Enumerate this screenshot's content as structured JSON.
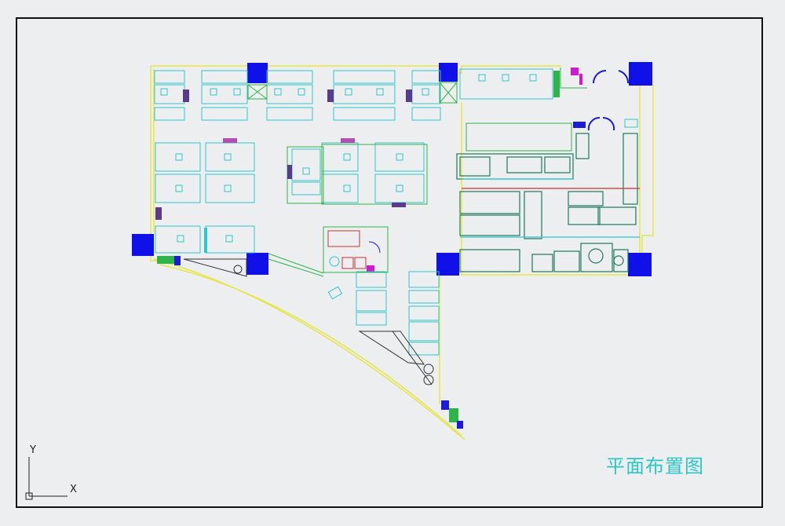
{
  "drawing": {
    "title": "平面布置图",
    "ucs_axis_x": "X",
    "ucs_axis_y": "Y"
  },
  "colors": {
    "background": "#eceeef",
    "frame": "#111111",
    "wall_outline": "#e6e64a",
    "furniture_cyan": "#2fc6cf",
    "furniture_green": "#2fb44a",
    "kitchen_equipment": "#1e7a5a",
    "columns": "#1010e8",
    "doors": "#1c1cd6",
    "title_text": "#2ac7c7",
    "accent_magenta": "#d01ad0",
    "accent_red": "#d03030"
  }
}
